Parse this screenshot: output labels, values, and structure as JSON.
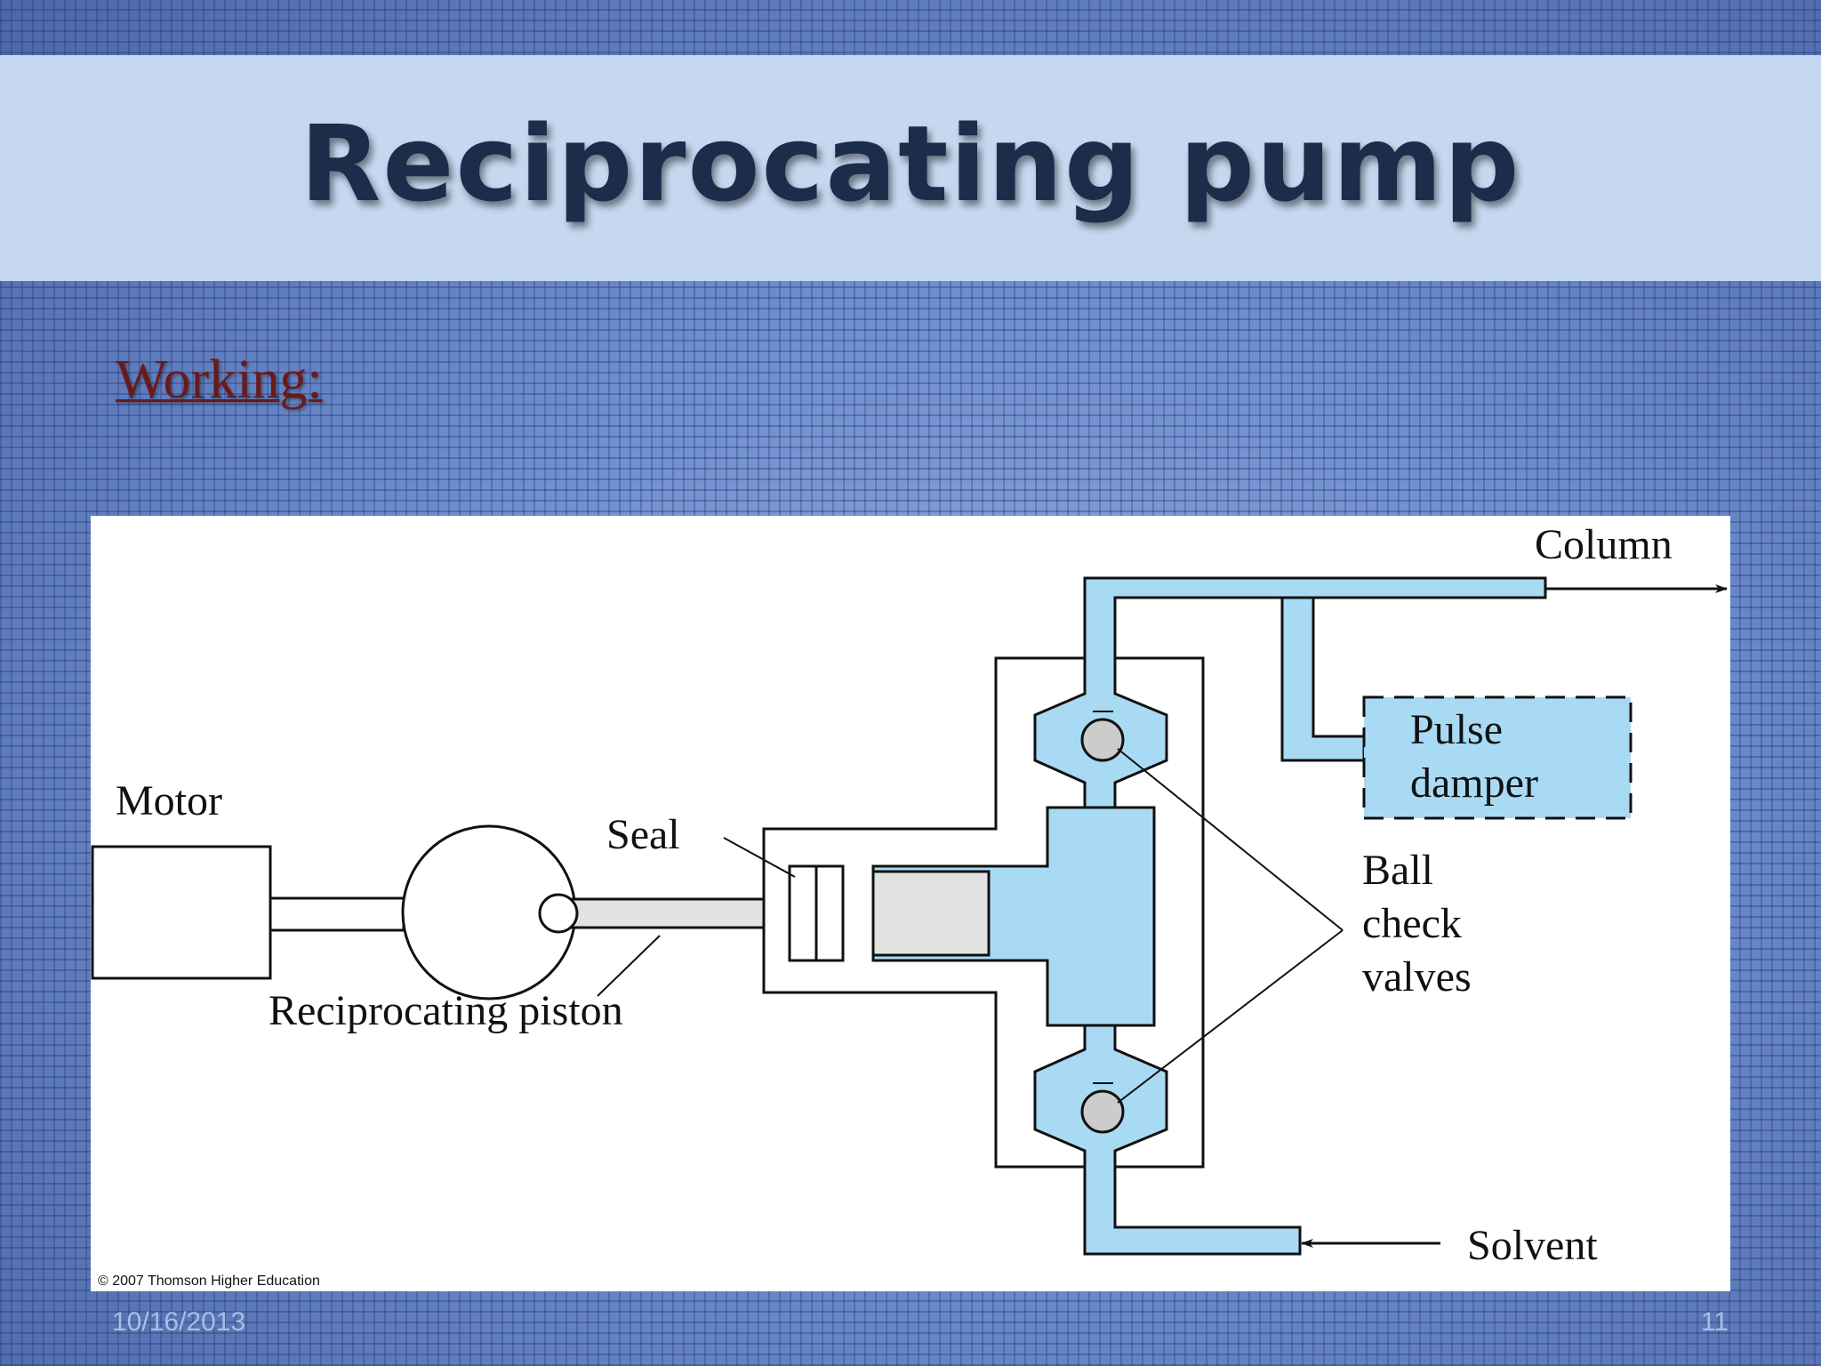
{
  "slide": {
    "title": "Reciprocating pump",
    "subheading": "Working:",
    "date": "10/16/2013",
    "page_number": "11"
  },
  "diagram": {
    "labels": {
      "column": "Column",
      "pulse": "Pulse",
      "damper": "damper",
      "motor": "Motor",
      "seal": "Seal",
      "ball": "Ball",
      "check": "check",
      "valves": "valves",
      "piston": "Reciprocating piston",
      "solvent": "Solvent"
    },
    "copyright": "© 2007 Thomson Higher Education",
    "colors": {
      "fluid": "#a8daf4",
      "piston": "#e2e2e2",
      "ball": "#cccccc",
      "outline": "#111111"
    }
  }
}
